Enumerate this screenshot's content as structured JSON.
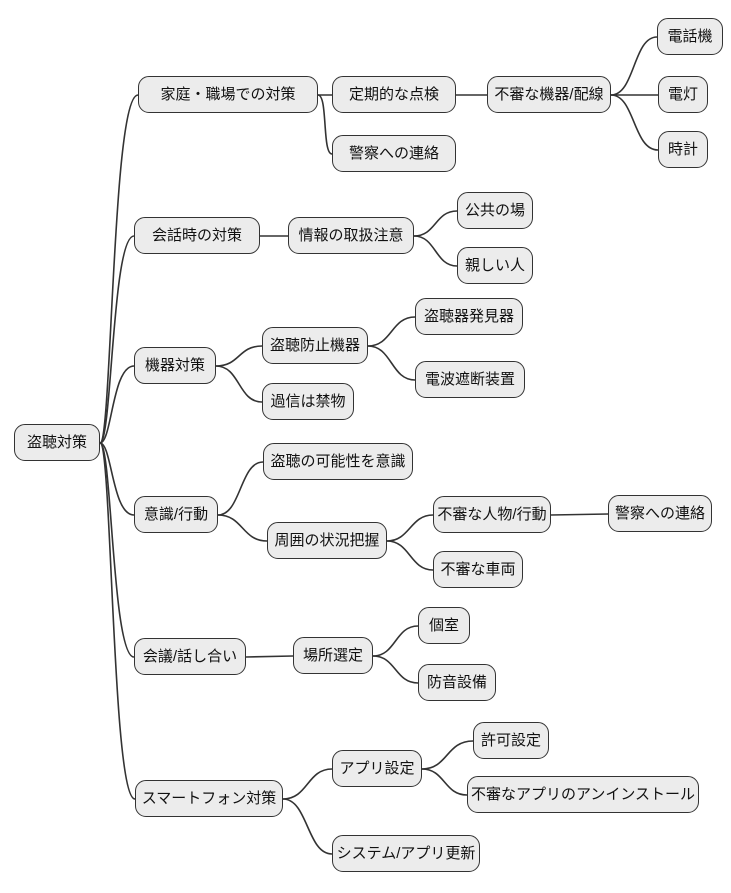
{
  "style": {
    "node_fill": "#ececec",
    "node_border": "#333333",
    "line_color": "#333333",
    "background": "#ffffff"
  },
  "mindmap": {
    "root": {
      "label": "盗聴対策",
      "children": [
        {
          "label": "家庭・職場での対策",
          "children": [
            {
              "label": "定期的な点検",
              "children": [
                {
                  "label": "不審な機器/配線",
                  "children": [
                    {
                      "label": "電話機",
                      "children": []
                    },
                    {
                      "label": "電灯",
                      "children": []
                    },
                    {
                      "label": "時計",
                      "children": []
                    }
                  ]
                }
              ]
            },
            {
              "label": "警察への連絡",
              "children": []
            }
          ]
        },
        {
          "label": "会話時の対策",
          "children": [
            {
              "label": "情報の取扱注意",
              "children": [
                {
                  "label": "公共の場",
                  "children": []
                },
                {
                  "label": "親しい人",
                  "children": []
                }
              ]
            }
          ]
        },
        {
          "label": "機器対策",
          "children": [
            {
              "label": "盗聴防止機器",
              "children": [
                {
                  "label": "盗聴器発見器",
                  "children": []
                },
                {
                  "label": "電波遮断装置",
                  "children": []
                }
              ]
            },
            {
              "label": "過信は禁物",
              "children": []
            }
          ]
        },
        {
          "label": "意識/行動",
          "children": [
            {
              "label": "盗聴の可能性を意識",
              "children": []
            },
            {
              "label": "周囲の状況把握",
              "children": [
                {
                  "label": "不審な人物/行動",
                  "children": [
                    {
                      "label": "警察への連絡",
                      "children": []
                    }
                  ]
                },
                {
                  "label": "不審な車両",
                  "children": []
                }
              ]
            }
          ]
        },
        {
          "label": "会議/話し合い",
          "children": [
            {
              "label": "場所選定",
              "children": [
                {
                  "label": "個室",
                  "children": []
                },
                {
                  "label": "防音設備",
                  "children": []
                }
              ]
            }
          ]
        },
        {
          "label": "スマートフォン対策",
          "children": [
            {
              "label": "アプリ設定",
              "children": [
                {
                  "label": "許可設定",
                  "children": []
                },
                {
                  "label": "不審なアプリのアンインストール",
                  "children": []
                }
              ]
            },
            {
              "label": "システム/アプリ更新",
              "children": []
            }
          ]
        }
      ]
    }
  }
}
